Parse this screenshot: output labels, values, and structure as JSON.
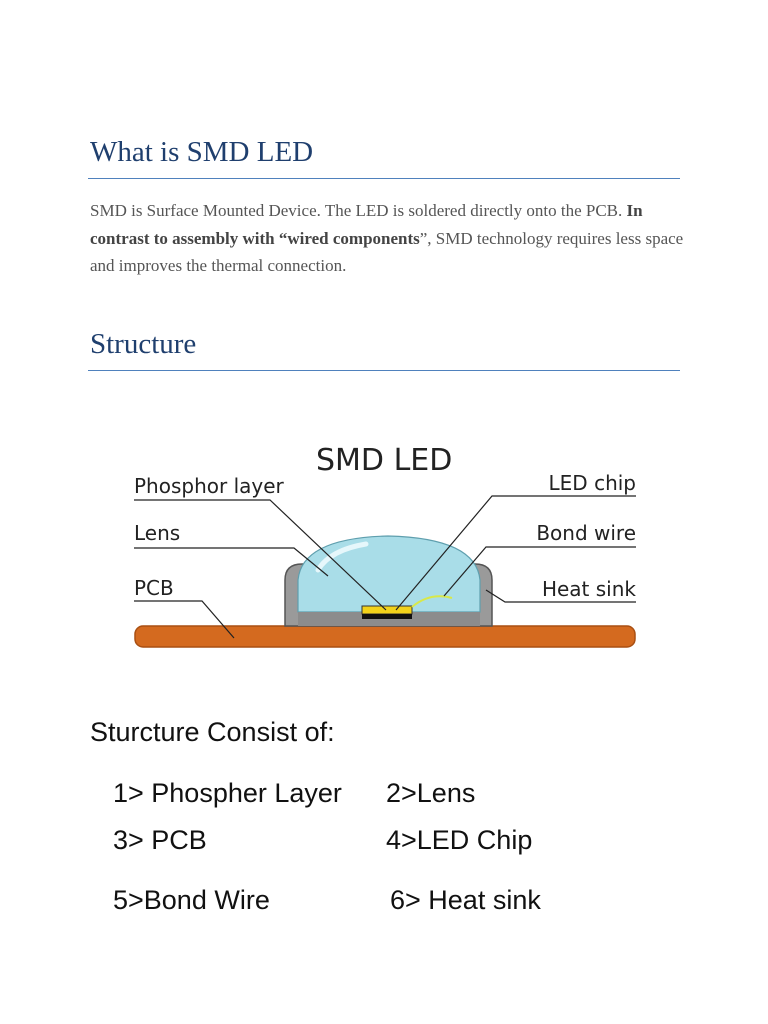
{
  "section1": {
    "heading": "What is SMD LED",
    "para_part1": "SMD is Surface Mounted Device. The LED is soldered directly onto the PCB. ",
    "para_bold": "In contrast to assembly with “wired components",
    "para_part2": "”, SMD technology requires less space and improves the thermal connection."
  },
  "section2": {
    "heading": "Structure"
  },
  "diagram": {
    "title": "SMD LED",
    "labels": {
      "phosphor": "Phosphor layer",
      "lens": "Lens",
      "pcb": "PCB",
      "chip": "LED chip",
      "bond": "Bond wire",
      "heatsink": "Heat sink"
    },
    "colors": {
      "pcb": "#d46a1f",
      "lens": "#a9dde8",
      "housing": "#9a9a9a",
      "chip": "#f2d21a",
      "bond_wire": "#d8e84a"
    }
  },
  "list": {
    "heading": "Sturcture Consist of:",
    "items": [
      "1>  Phospher Layer",
      "2>Lens",
      "3>  PCB",
      "4>LED Chip",
      "5>Bond Wire",
      "6> Heat sink"
    ]
  }
}
